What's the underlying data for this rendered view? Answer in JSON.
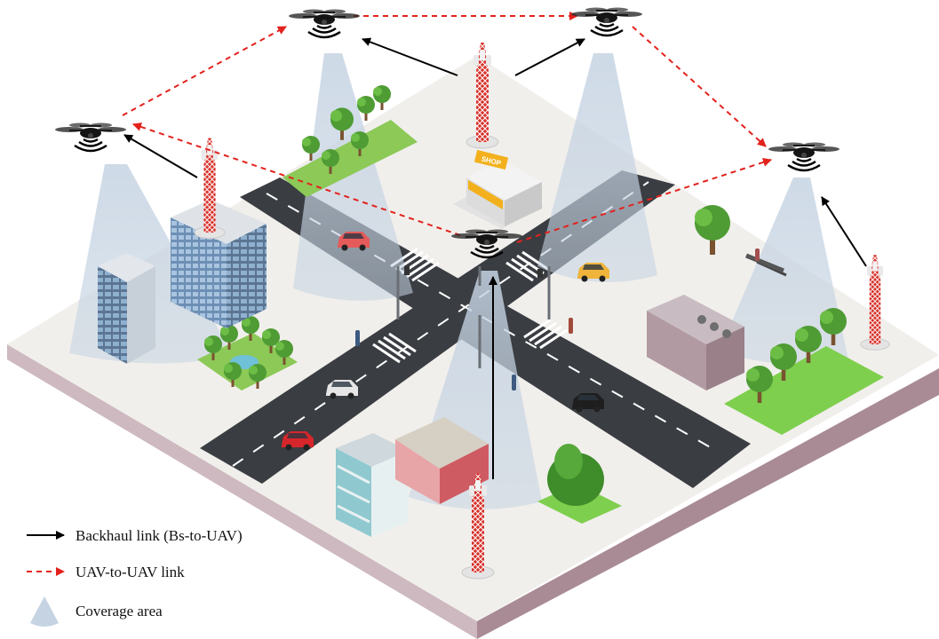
{
  "legend": {
    "backhaul": "Backhaul link (Bs-to-UAV)",
    "uav_link": "UAV-to-UAV link",
    "coverage": "Coverage area"
  },
  "shop_sign": "SHOP",
  "colors": {
    "backhaul": "#000000",
    "uav_link": "#e3221c",
    "coverage": "#c9d6e3",
    "road": "#3a3d42",
    "ground_top": "#f1efec",
    "ground_side": "#a98b95",
    "tower": "#d8322b"
  },
  "icons": [
    "drone-icon",
    "cell-tower-icon",
    "building-icon",
    "tree-icon",
    "car-icon",
    "person-icon",
    "shop-icon"
  ]
}
